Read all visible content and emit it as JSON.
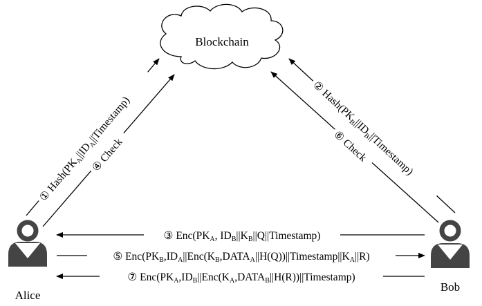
{
  "blockchain": {
    "label": "Blockchain"
  },
  "alice": {
    "name": "Alice"
  },
  "bob": {
    "name": "Bob"
  },
  "messages": {
    "m1": {
      "num": "①",
      "p1": " Hash(PK",
      "s1": "A",
      "p2": "||ID",
      "s2": "A",
      "p3": "||Timestamp)"
    },
    "m2": {
      "num": "②",
      "p1": " Hash(PK",
      "s1": "B",
      "p2": "||ID",
      "s2": "B",
      "p3": "||Timestamp)"
    },
    "m3": {
      "num": "③",
      "p1": " Enc(PK",
      "s1": "A",
      "p2": ", ID",
      "s2": "B",
      "p3": "||K",
      "s3": "B",
      "p4": "||Q||Timestamp)"
    },
    "m4": {
      "num": "④",
      "text": " Check"
    },
    "m5": {
      "num": "⑤",
      "p1": " Enc(PK",
      "s1": "B",
      "p2": ",ID",
      "s2": "A",
      "p3": "||Enc(K",
      "s3": "B",
      "p4": ",DATA",
      "s4": "A",
      "p5": "||H(Q))||Timestamp||K",
      "s5": "A",
      "p6": "||R)"
    },
    "m6": {
      "num": "⑥",
      "text": " Check"
    },
    "m7": {
      "num": "⑦",
      "p1": " Enc(PK",
      "s1": "A",
      "p2": ",ID",
      "s2": "B",
      "p3": "||Enc(K",
      "s3": "A",
      "p4": ",DATA",
      "s4": "B",
      "p5": "||H(R))||Timestamp)"
    }
  }
}
